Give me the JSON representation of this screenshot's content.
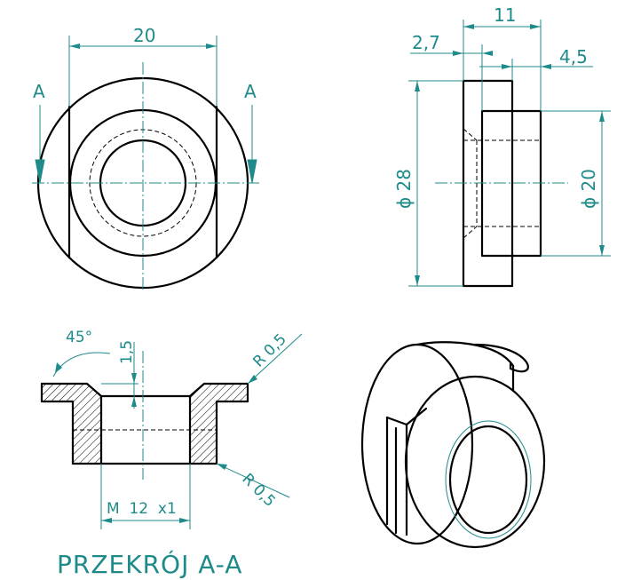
{
  "front_view": {
    "width_dim": "20",
    "section_mark_left": "A",
    "section_mark_right": "A"
  },
  "side_view": {
    "length_dim": "11",
    "flange_dim": "2,7",
    "step_dim": "4,5",
    "outer_dia": "ϕ 28",
    "inner_dia": "ϕ 20"
  },
  "section_view": {
    "chamfer_angle": "45°",
    "chamfer_depth": "1,5",
    "radius_top": "R 0,5",
    "radius_bottom": "R 0,5",
    "thread": "M  12  x1",
    "title": "PRZEKRÓJ A-A"
  },
  "colors": {
    "dimension": "#1e8a8a",
    "object": "#000000"
  }
}
